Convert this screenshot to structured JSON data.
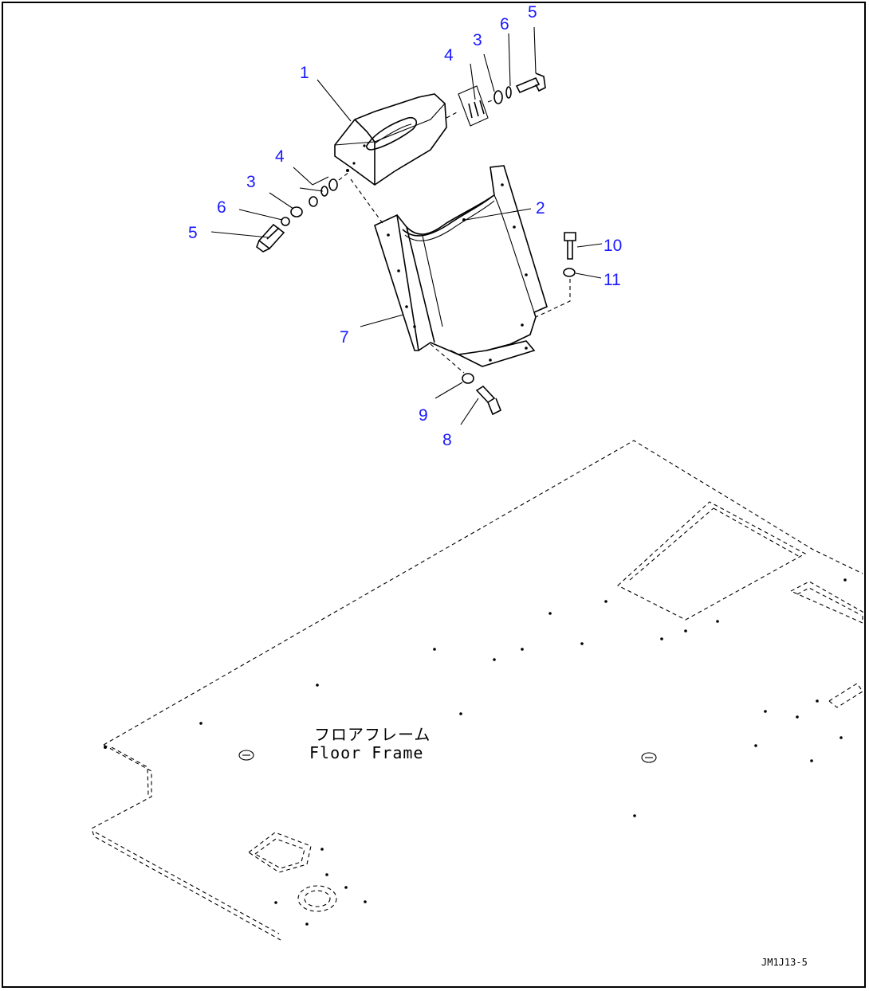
{
  "callouts": [
    {
      "id": "c1",
      "text": "1"
    },
    {
      "id": "c2",
      "text": "2"
    },
    {
      "id": "c3a",
      "text": "3"
    },
    {
      "id": "c3b",
      "text": "3"
    },
    {
      "id": "c4a",
      "text": "4"
    },
    {
      "id": "c4b",
      "text": "4"
    },
    {
      "id": "c5a",
      "text": "5"
    },
    {
      "id": "c5b",
      "text": "5"
    },
    {
      "id": "c6a",
      "text": "6"
    },
    {
      "id": "c6b",
      "text": "6"
    },
    {
      "id": "c7",
      "text": "7"
    },
    {
      "id": "c8",
      "text": "8"
    },
    {
      "id": "c9",
      "text": "9"
    },
    {
      "id": "c10",
      "text": "10"
    },
    {
      "id": "c11",
      "text": "11"
    }
  ],
  "floor_label": {
    "japanese": "フロアフレーム",
    "english": "Floor Frame"
  },
  "drawing_code": "JM1J13-5",
  "colors": {
    "callout": "#1a1aff",
    "line": "#000000",
    "background": "#ffffff"
  }
}
